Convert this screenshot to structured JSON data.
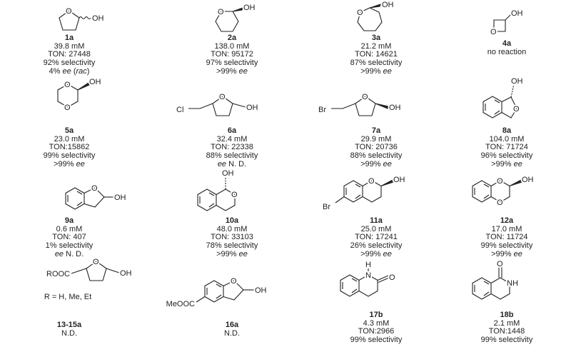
{
  "compounds": [
    {
      "label": "1a",
      "conc": "39.8 mM",
      "ton": "TON: 27448",
      "sel": "92% selectivity",
      "ee_val": "4% ",
      "ee": "ee",
      "ee_suffix": " (",
      "rac": "rac",
      "close": ")"
    },
    {
      "label": "2a",
      "conc": "138.0 mM",
      "ton": "TON: 95172",
      "sel": "97% selectivity",
      "ee_val": ">99% ",
      "ee": "ee"
    },
    {
      "label": "3a",
      "conc": "21.2 mM",
      "ton": "TON: 14621",
      "sel": "87% selectivity",
      "ee_val": ">99% ",
      "ee": "ee"
    },
    {
      "label": "4a",
      "note": "no reaction"
    },
    {
      "label": "5a",
      "conc": "23.0 mM",
      "ton": "TON:15862",
      "sel": "99% selectivity",
      "ee_val": ">99% ",
      "ee": "ee"
    },
    {
      "label": "6a",
      "conc": "32.4 mM",
      "ton": "TON: 22338",
      "sel": "88% selectivity",
      "ee": "ee",
      "ee_suffix": " N. D."
    },
    {
      "label": "7a",
      "conc": "29.9 mM",
      "ton": "TON: 20736",
      "sel": "88% selectivity",
      "ee_val": ">99% ",
      "ee": "ee"
    },
    {
      "label": "8a",
      "conc": "104.0 mM",
      "ton": "TON: 71724",
      "sel": "96% selectivity",
      "ee_val": ">99% ",
      "ee": "ee"
    },
    {
      "label": "9a",
      "conc": "0.6 mM",
      "ton": "TON: 407",
      "sel": "1% selectivity",
      "ee": "ee",
      "ee_suffix": " N. D."
    },
    {
      "label": "10a",
      "conc": "48.0 mM",
      "ton": "TON: 33103",
      "sel": "78% selectivity",
      "ee_val": ">99% ",
      "ee": "ee"
    },
    {
      "label": "11a",
      "conc": "25.0 mM",
      "ton": "TON: 17241",
      "sel": "26% selectivity",
      "ee_val": ">99% ",
      "ee": "ee"
    },
    {
      "label": "12a",
      "conc": "17.0 mM",
      "ton": "TON: 11724",
      "sel": "99% selectivity",
      "ee_val": ">99% ",
      "ee": "ee"
    },
    {
      "label": "13-15a",
      "note": "N.D."
    },
    {
      "label": "16a",
      "note": "N.D."
    },
    {
      "label": "17b",
      "conc": "4.3 mM",
      "ton": "TON:2966",
      "sel": "99% selectivity"
    },
    {
      "label": "18b",
      "conc": "2.1 mM",
      "ton": "TON:1448",
      "sel": "99% selectivity"
    }
  ],
  "atoms": {
    "O": "O",
    "OH": "OH",
    "Cl": "Cl",
    "Br": "Br",
    "ROOC": "ROOC",
    "MeOOC": "MeOOC",
    "NH": "NH",
    "H": "H",
    "N": "N",
    "r_group": "R = H, Me, Et"
  }
}
